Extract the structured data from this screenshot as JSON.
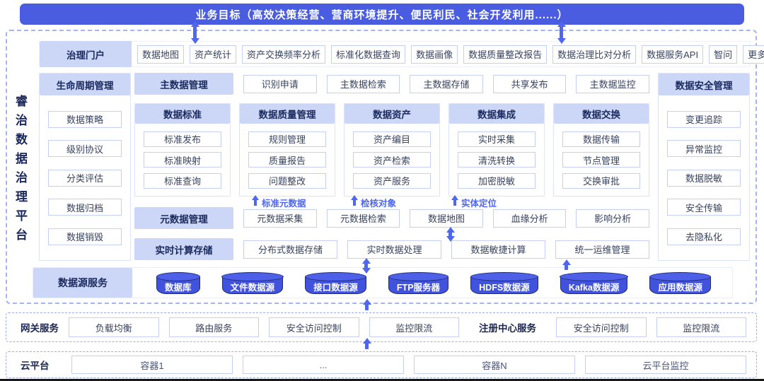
{
  "banner": {
    "title": "业务目标（高效决策经营、营商环境提升、便民利民、社会开发利用......）"
  },
  "platform": {
    "vertical_title": "睿治数据治理平台",
    "portal": {
      "label": "治理门户",
      "items": [
        "数据地图",
        "资产统计",
        "资产交换频率分析",
        "标准化数据查询",
        "数据画像",
        "数据质量整改报告",
        "数据治理比对分析",
        "数据服务API",
        "智问",
        "更多应用"
      ]
    },
    "lifecycle": {
      "label": "生命周期管理",
      "items": [
        "数据策略",
        "级别协议",
        "分类评估",
        "数据归档",
        "数据销毁"
      ]
    },
    "master_data": {
      "label": "主数据管理",
      "items": [
        "识别申请",
        "主数据检索",
        "主数据存储",
        "共享发布",
        "主数据监控"
      ]
    },
    "columns": [
      {
        "label": "数据标准",
        "items": [
          "标准发布",
          "标准映射",
          "标准查询"
        ]
      },
      {
        "label": "数据质量管理",
        "items": [
          "规则管理",
          "质量报告",
          "问题整改"
        ]
      },
      {
        "label": "数据资产",
        "items": [
          "资产编目",
          "资产检索",
          "资产服务"
        ]
      },
      {
        "label": "数据集成",
        "items": [
          "实时采集",
          "清洗转换",
          "加密脱敏"
        ]
      },
      {
        "label": "数据交换",
        "items": [
          "数据传输",
          "节点管理",
          "交换审批"
        ]
      }
    ],
    "flow_labels": [
      "标准元数据",
      "检核对象",
      "实体定位"
    ],
    "metadata": {
      "label": "元数据管理",
      "items": [
        "元数据采集",
        "元数据检索",
        "数据地图",
        "血缘分析",
        "影响分析"
      ]
    },
    "realtime": {
      "label": "实时计算存储",
      "items": [
        "分布式数据存储",
        "实时数据处理",
        "数据敏捷计算",
        "统一运维管理"
      ]
    },
    "security": {
      "label": "数据安全管理",
      "items": [
        "变更追踪",
        "异常监控",
        "数据脱敏",
        "安全传输",
        "去隐私化"
      ]
    },
    "datasource": {
      "label": "数据源服务",
      "items": [
        "数据库",
        "文件数据源",
        "接口数据源",
        "FTP服务器",
        "HDFS数据源",
        "Kafka数据源",
        "应用数据源"
      ]
    }
  },
  "gateway": {
    "label": "网关服务",
    "items": [
      "负载均衡",
      "路由服务",
      "安全访问控制",
      "监控限流"
    ],
    "registry": {
      "label": "注册中心服务",
      "items": [
        "安全访问控制",
        "监控限流"
      ]
    }
  },
  "cloud": {
    "label": "云平台",
    "items": [
      "容器1",
      "...",
      "容器N",
      "云平台监控"
    ]
  },
  "colors": {
    "banner_blue": "#4a5de0",
    "header_fill": "#ccd6f6",
    "title_navy": "#1b2a5e",
    "arrow_blue": "#4f66ee",
    "cylinder_fill": "#4153dd"
  }
}
